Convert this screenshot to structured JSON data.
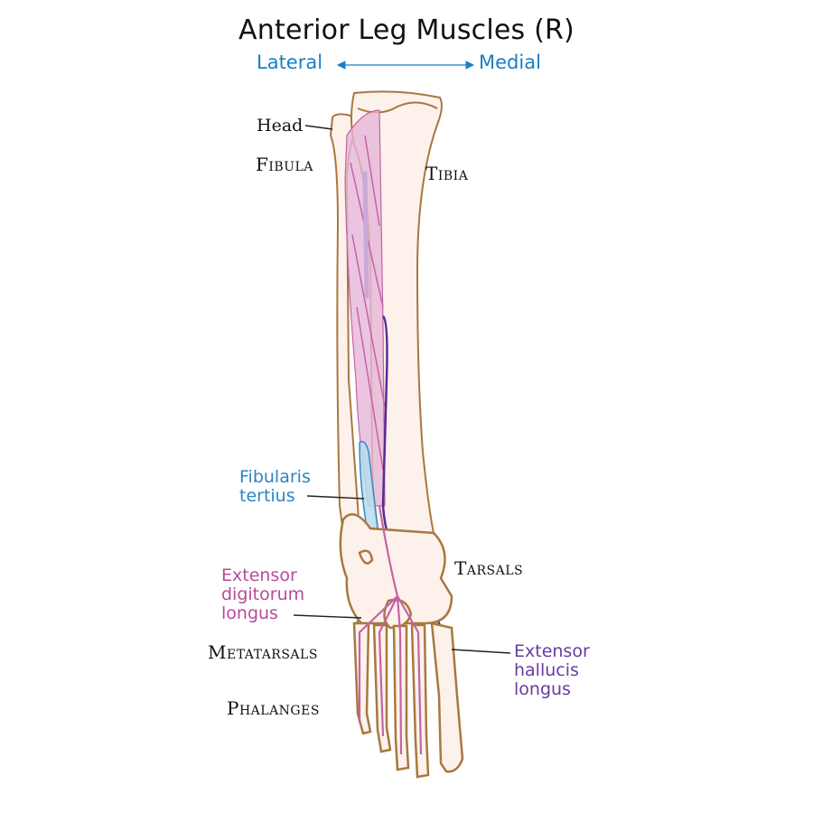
{
  "title": "Anterior Leg Muscles (R)",
  "orientation": {
    "left": "Lateral",
    "right": "Medial",
    "color": "#1b7ec2"
  },
  "bone_labels": {
    "head": "Head",
    "fibula": "Fibula",
    "tibia": "Tibia",
    "tarsals": "Tarsals",
    "metatarsals": "Metatarsals",
    "phalanges": "Phalanges"
  },
  "muscle_labels": {
    "fibularis_tertius": {
      "line1": "Fibularis",
      "line2": "tertius",
      "color": "#2a86c2"
    },
    "extensor_digitorum_longus": {
      "line1": "Extensor",
      "line2": "digitorum",
      "line3": "longus",
      "color": "#b84a9a"
    },
    "extensor_hallucis_longus": {
      "line1": "Extensor",
      "line2": "hallucis",
      "line3": "longus",
      "color": "#6a3aa0"
    }
  },
  "colors": {
    "bone_fill": "#fdf1ec",
    "bone_outline": "#a8783f",
    "tibialis_fill": "#e6b7d8",
    "edl_line": "#c463a6",
    "ehl_line": "#5a2a95",
    "ft_fill": "#b9dcef",
    "ft_line": "#2a86c2"
  }
}
